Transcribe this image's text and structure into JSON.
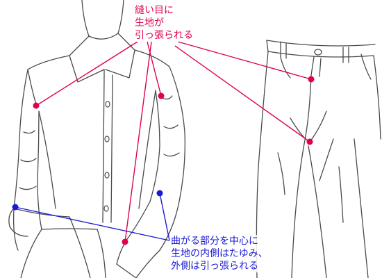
{
  "annotations": {
    "seam_tension": {
      "color": "#e0004d",
      "lines": [
        "縫い目に",
        "生地が",
        "引っ張られる"
      ]
    },
    "bend_folds": {
      "color": "#1a1ad6",
      "lines": [
        "曲がる部分を中心に",
        "生地の内側はたゆみ、",
        "外側は引っ張られる"
      ]
    }
  }
}
